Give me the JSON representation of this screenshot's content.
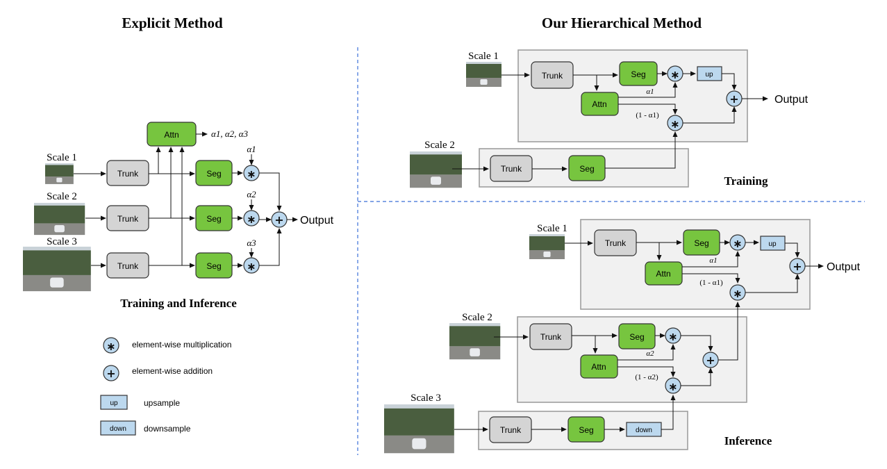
{
  "left": {
    "title": "Explicit Method",
    "subtitle": "Training and Inference",
    "scales": [
      "Scale 1",
      "Scale 2",
      "Scale 3"
    ],
    "trunk_label": "Trunk",
    "seg_label": "Seg",
    "attn_label": "Attn",
    "attn_output": "α1, α2, α3",
    "alphas": [
      "α1",
      "α2",
      "α3"
    ],
    "output_label": "Output"
  },
  "right": {
    "title": "Our Hierarchical Method",
    "training_label": "Training",
    "inference_label": "Inference",
    "scales": [
      "Scale 1",
      "Scale 2",
      "Scale 3"
    ],
    "trunk_label": "Trunk",
    "seg_label": "Seg",
    "attn_label": "Attn",
    "up_label": "up",
    "down_label": "down",
    "alpha1": "α1",
    "one_minus_alpha1": "(1 - α1)",
    "alpha2": "α2",
    "one_minus_alpha2": "(1 - α2)",
    "output_label": "Output"
  },
  "legend": {
    "mult": "element-wise multiplication",
    "add": "element-wise addition",
    "up_icon": "up",
    "up": "upsample",
    "down_icon": "down",
    "down": "downsample"
  },
  "colors": {
    "trunk": "#d4d4d4",
    "seg_attn": "#77c53f",
    "operator": "#bcd8ee",
    "panel": "#f1f1f1",
    "divider": "#3a6fd8"
  }
}
